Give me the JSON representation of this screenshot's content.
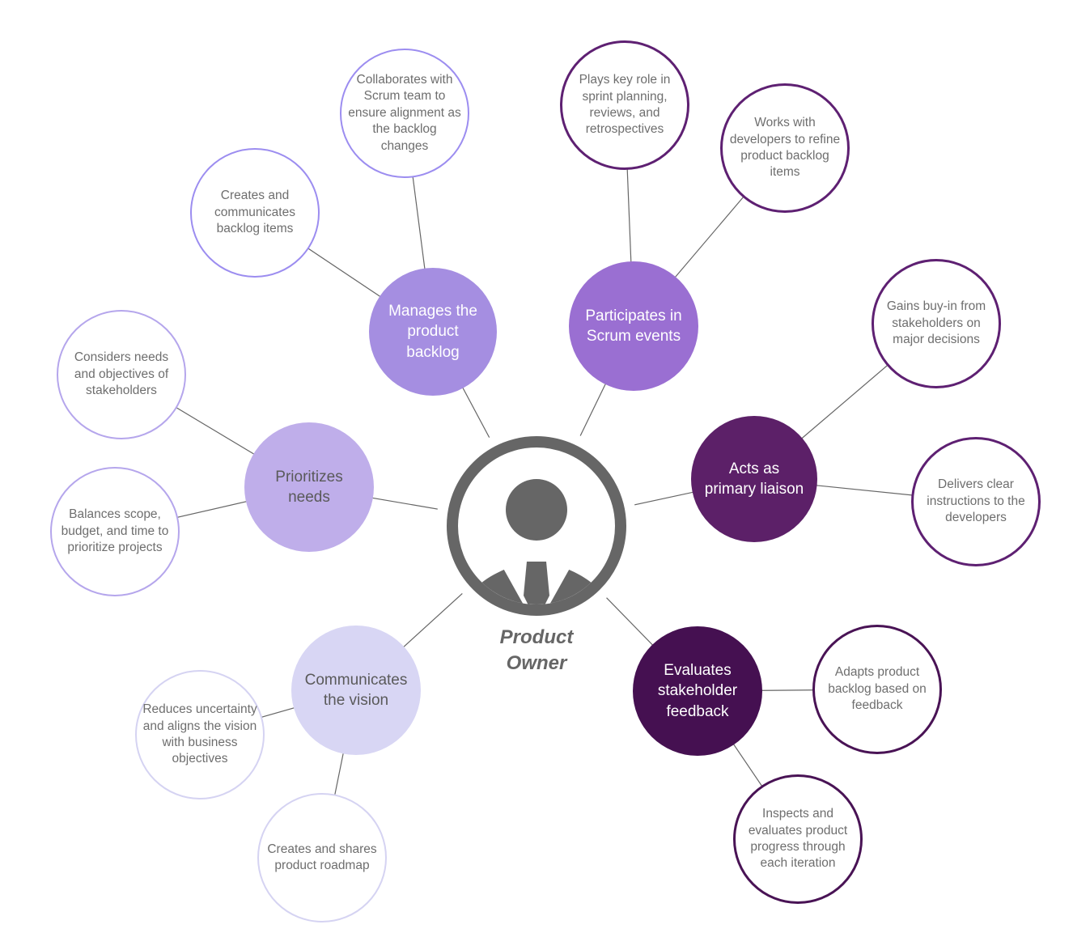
{
  "title": "Product Owner responsibilities mind map",
  "center": {
    "icon": "person-icon",
    "label": "Product\nOwner"
  },
  "colors": {
    "center_gray": "#666666",
    "line": "#666666",
    "satellite_text": "#6e6e6e",
    "groups": {
      "manages": {
        "fill": "#a58ee1",
        "text": "#ffffff",
        "satellite_border": "#9c8df0"
      },
      "participates": {
        "fill": "#9a6fd2",
        "text": "#ffffff",
        "satellite_border": "#5e2072"
      },
      "acts": {
        "fill": "#5c2068",
        "text": "#ffffff",
        "satellite_border": "#5e2072"
      },
      "evaluates": {
        "fill": "#451051",
        "text": "#ffffff",
        "satellite_border": "#491355"
      },
      "communicates": {
        "fill": "#d8d6f4",
        "text": "#5a5a5a",
        "satellite_border": "#d5d3f2"
      },
      "prioritizes": {
        "fill": "#bfaeea",
        "text": "#5a5a5a",
        "satellite_border": "#b5a6ec"
      }
    }
  },
  "nodes": [
    {
      "id": "manages",
      "label": "Manages the product backlog",
      "satellites": [
        {
          "label": "Collaborates with Scrum team to ensure alignment as the backlog changes"
        },
        {
          "label": "Creates and communicates backlog items"
        }
      ]
    },
    {
      "id": "participates",
      "label": "Participates in Scrum events",
      "satellites": [
        {
          "label": "Plays key role in sprint planning, reviews, and retrospectives"
        },
        {
          "label": "Works with developers to refine product backlog items"
        }
      ]
    },
    {
      "id": "acts",
      "label": "Acts as primary liaison",
      "satellites": [
        {
          "label": "Gains buy-in from stakeholders on major decisions"
        },
        {
          "label": "Delivers clear instructions to the developers"
        }
      ]
    },
    {
      "id": "evaluates",
      "label": "Evaluates stakeholder feedback",
      "satellites": [
        {
          "label": "Adapts product backlog based on feedback"
        },
        {
          "label": "Inspects and evaluates product progress through each iteration"
        }
      ]
    },
    {
      "id": "communicates",
      "label": "Communicates the vision",
      "satellites": [
        {
          "label": "Reduces uncertainty and aligns the vision with business objectives"
        },
        {
          "label": "Creates and shares product roadmap"
        }
      ]
    },
    {
      "id": "prioritizes",
      "label": "Prioritizes needs",
      "satellites": [
        {
          "label": "Considers needs and objectives of stakeholders"
        },
        {
          "label": "Balances scope, budget, and time to prioritize projects"
        }
      ]
    }
  ]
}
